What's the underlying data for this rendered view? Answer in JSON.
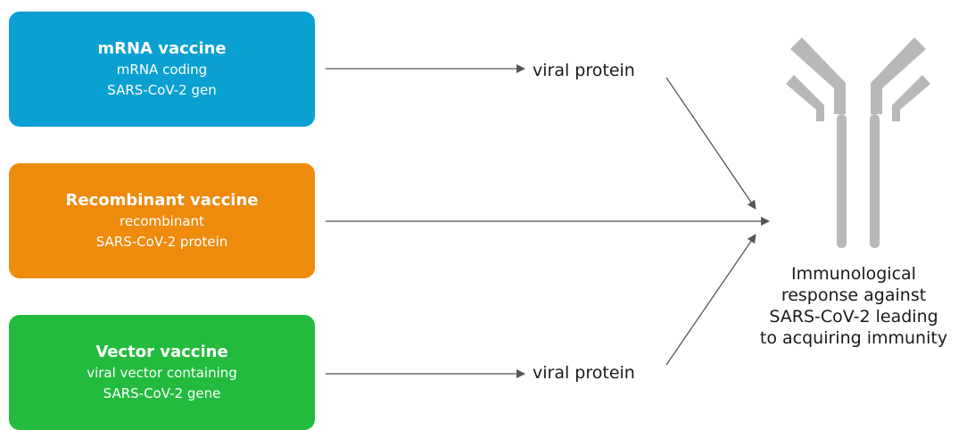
{
  "colors": {
    "mrna": "#0aa0d2",
    "recombinant": "#ee8a0c",
    "vector": "#22bb3e",
    "arrow": "#555555",
    "antibody": "#b8b8b8"
  },
  "boxes": {
    "mrna": {
      "title": "mRNA vaccine",
      "line1": "mRNA coding",
      "line2": "SARS-CoV-2 gen"
    },
    "recombinant": {
      "title": "Recombinant vaccine",
      "line1": "recombinant",
      "line2": "SARS-CoV-2 protein"
    },
    "vector": {
      "title": "Vector vaccine",
      "line1": "viral vector containing",
      "line2": "SARS-CoV-2 gene"
    }
  },
  "labels": {
    "protein_top": "viral protein",
    "protein_bottom": "viral protein"
  },
  "result": {
    "line1": "Immunological",
    "line2": "response against",
    "line3": "SARS-CoV-2 leading",
    "line4": "to acquiring immunity"
  },
  "icons": {
    "antibody": "antibody-icon"
  }
}
